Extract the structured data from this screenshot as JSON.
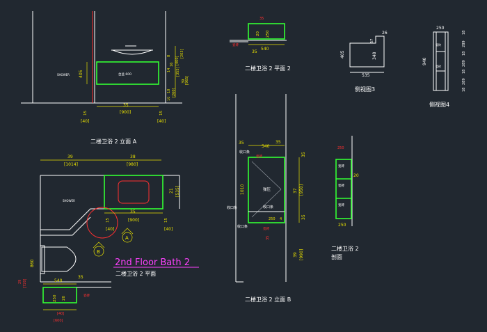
{
  "titles": {
    "elev_a": "二楼卫浴 2 立面 A",
    "plan": "二楼卫浴 2 平面",
    "plan2": "二楼卫浴 2 平面 2",
    "elev_b": "二楼卫浴 2 立面 B",
    "section": "二楼卫浴 2",
    "section_sub": "剖面",
    "side3": "侧视图3",
    "side4": "侧视图4",
    "main_caption": "2nd Floor Bath 2"
  },
  "labels": {
    "shower": "SHOWER",
    "basin": "台盆 600",
    "marker_a": "A",
    "marker_b": "B",
    "tile": "瓷砖",
    "edge": "收口条",
    "spring": "弹压"
  },
  "dims": {
    "elev_a": {
      "h405": "405",
      "w35": "35",
      "w900": "[900]",
      "b15": "15",
      "b40": "[40]",
      "b15r": "15",
      "b40r": "[40]",
      "r_vals": [
        "8",
        "[203]",
        "14",
        "[355]",
        "10",
        "[260]",
        "39",
        "[965]",
        "16",
        "[400]",
        "1/2"
      ]
    },
    "plan": {
      "w1014": "[1014]",
      "w39": "39",
      "w38": "38",
      "w980": "[980]",
      "h21": "21",
      "h535": "[535]",
      "w35": "35",
      "w900": "[900]",
      "s15": "15",
      "s40": "[40]",
      "s15b": "15",
      "s40b": "[40]",
      "h860": "860",
      "h29": "29",
      "h720": "[720]",
      "w540": "540",
      "w35b": "35",
      "v250": "250",
      "v20": "20",
      "v40": "[40]",
      "v600": "[600]"
    },
    "plan2": {
      "w540": "540",
      "w35": "35",
      "v20": "20",
      "v250": "250"
    },
    "elev_b": {
      "t35": "35",
      "t540": "540",
      "t35r": "35",
      "h1010": "1010",
      "r37": "37",
      "r950": "[950]",
      "r35": "35",
      "b250": "250",
      "b4": "4",
      "h39": "39",
      "h990": "[990]",
      "top35": "35",
      "bot35": "35"
    },
    "section": {
      "w250": "250",
      "h20": "20",
      "b250": "250"
    },
    "side3": {
      "w26": "26",
      "h57": "57",
      "h405": "405",
      "h348": "348",
      "w535": "535"
    },
    "side4": {
      "w250": "250",
      "h940": "940",
      "r_vals": [
        "18",
        "289",
        "18",
        "289",
        "18",
        "289",
        "18"
      ]
    }
  }
}
